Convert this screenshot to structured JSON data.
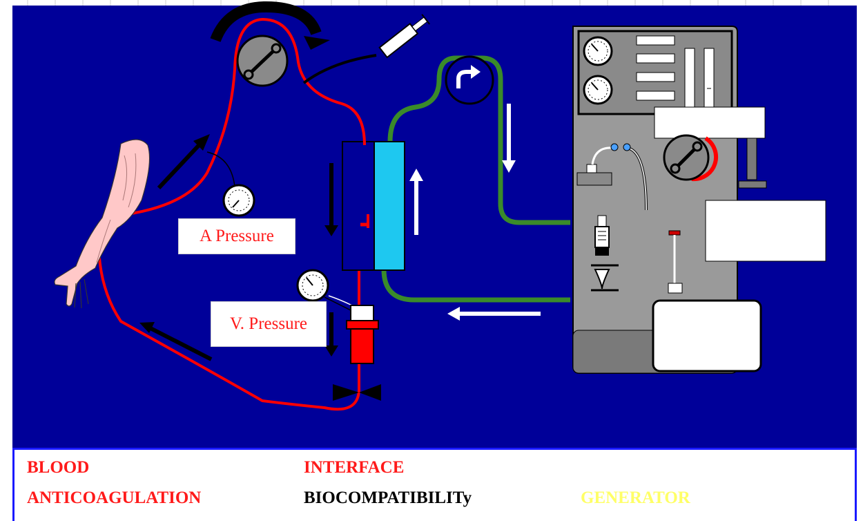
{
  "labels": {
    "a_pressure": "A Pressure",
    "v_pressure": "V. Pressure"
  },
  "legend": {
    "blood": "BLOOD",
    "interface": "INTERFACE",
    "anticoagulation": "ANTICOAGULATION",
    "biocompatibility": "BIOCOMPATIBILITy",
    "generator": "GENERATOR"
  },
  "colors": {
    "background": "#000099",
    "blood_line": "#ff0000",
    "dialysate_line": "#3a8a2a",
    "dialyzer": "#1ec8f0",
    "machine": "#9a9a9a",
    "legend_red": "#ff1a1a",
    "legend_black": "#000000",
    "legend_yellow": "#ffff66"
  }
}
